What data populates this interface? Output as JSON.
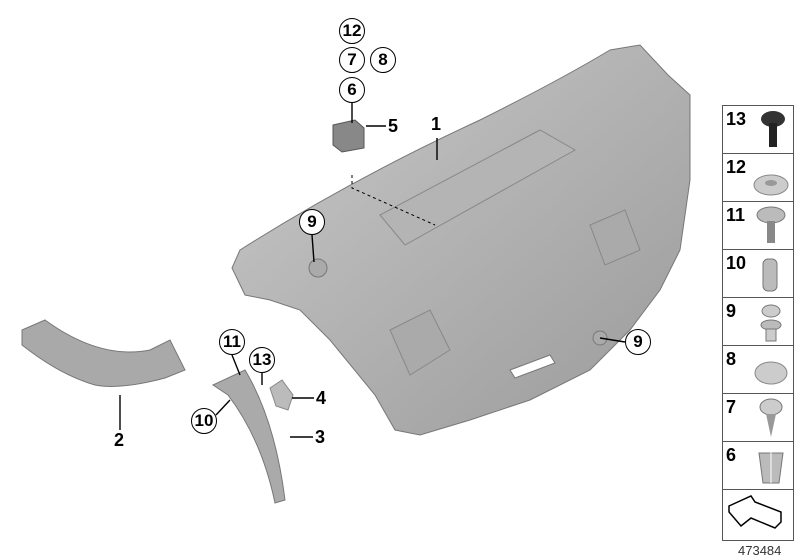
{
  "callouts": {
    "c12": "12",
    "c7": "7",
    "c8": "8",
    "c6": "6",
    "c9a": "9",
    "c9b": "9",
    "c11": "11",
    "c13": "13",
    "c10": "10"
  },
  "labels": {
    "l1": "1",
    "l2": "2",
    "l3": "3",
    "l4": "4",
    "l5": "5"
  },
  "legend": {
    "items": [
      {
        "number": "13",
        "icon": "slotted-screw-dark-icon"
      },
      {
        "number": "12",
        "icon": "washer-cup-icon"
      },
      {
        "number": "11",
        "icon": "slotted-screw-icon"
      },
      {
        "number": "10",
        "icon": "expanding-nut-icon"
      },
      {
        "number": "9",
        "icon": "push-clip-icon"
      },
      {
        "number": "8",
        "icon": "cap-icon"
      },
      {
        "number": "7",
        "icon": "torx-screw-icon"
      },
      {
        "number": "6",
        "icon": "square-nut-icon"
      }
    ],
    "arrow_icon": "direction-arrow-icon"
  },
  "image_id": "473484"
}
